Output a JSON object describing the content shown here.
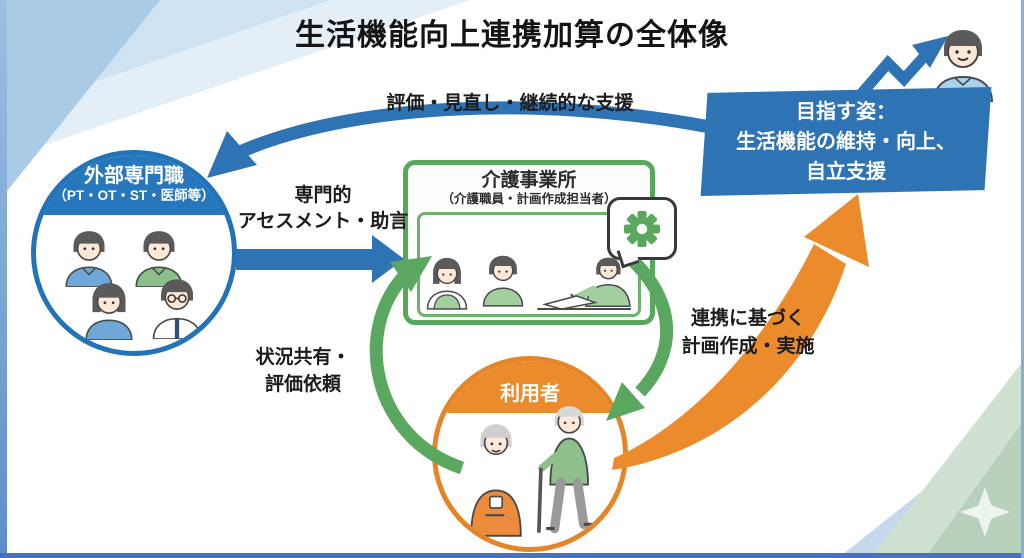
{
  "title": "生活機能向上連携加算の全体像",
  "colors": {
    "blue": "#2e74b5",
    "green": "#58a85d",
    "orange": "#ec8b2b"
  },
  "nodes": {
    "external_professionals": {
      "title": "外部専門職",
      "subtitle": "（PT・OT・ST・医師等）"
    },
    "care_office": {
      "title": "介護事業所",
      "subtitle": "（介護職員・計画作成担当者）"
    },
    "service_user": {
      "title": "利用者"
    },
    "goal": {
      "line1": "目指す姿：",
      "line2": "生活機能の維持・向上、",
      "line3": "自立支援"
    }
  },
  "arrow_labels": {
    "evaluation": "評価・見直し・継続的な支援",
    "assessment": {
      "line1": "専門的",
      "line2": "アセスメント・助言"
    },
    "status_share": {
      "line1": "状況共有・",
      "line2": "評価依頼"
    },
    "plan": {
      "line1": "連携に基づく",
      "line2": "計画作成・実施"
    }
  }
}
